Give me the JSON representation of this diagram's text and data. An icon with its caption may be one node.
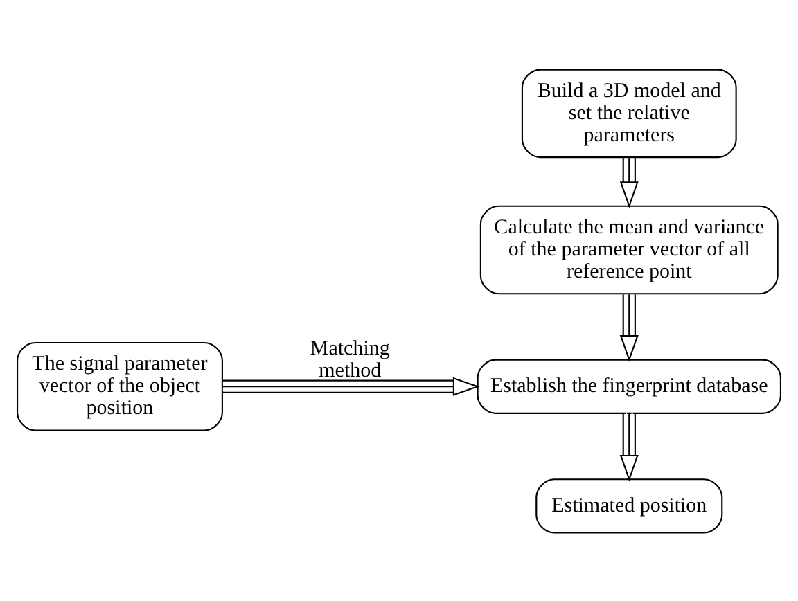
{
  "diagram": {
    "nodes": [
      {
        "text": [
          "Build a 3D model and set the relative parameters"
        ]
      },
      {
        "text": [
          "Calculate the mean and variance of the parameter vector of all reference point"
        ]
      },
      {
        "text": [
          "The signal parameter vector of the object position"
        ]
      },
      {
        "text": [
          "Establish the fingerprint database"
        ]
      },
      {
        "text": [
          "Estimated position"
        ]
      }
    ],
    "edges": [
      {
        "from": 0,
        "to": 1,
        "arrow": "to"
      },
      {
        "from": 1,
        "to": 3,
        "arrow": "to"
      },
      {
        "from": 2,
        "to": 3,
        "arrow": "to",
        "label": "Matching method"
      },
      {
        "from": 3,
        "to": 4,
        "arrow": "to"
      }
    ]
  }
}
